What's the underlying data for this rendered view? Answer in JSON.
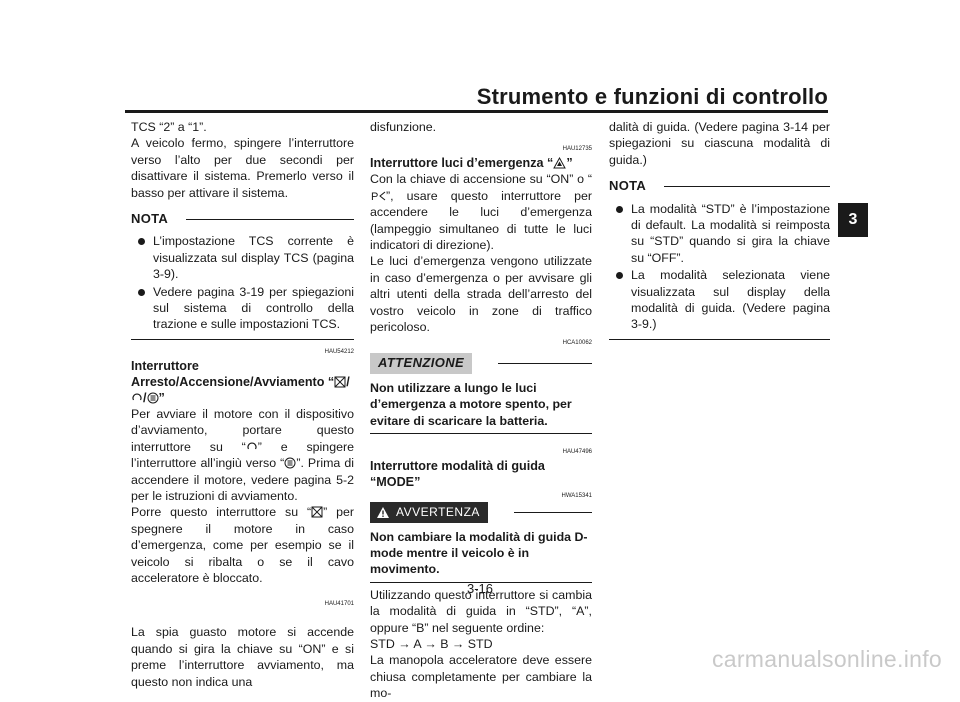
{
  "header": {
    "title": "Strumento e funzioni di controllo"
  },
  "chapter_tab": "3",
  "page_number": "3-16",
  "watermark": "carmanualsonline.info",
  "col1": {
    "p1": "TCS “2” a “1”.",
    "p2": "A veicolo fermo, spingere l’interruttore verso l’alto per due secondi per disattivare il sistema. Premerlo verso il basso per attivare il sistema.",
    "nota_label": "NOTA",
    "nota_items": [
      "L’impostazione TCS corrente è visualizzata sul display TCS (pagina 3-9).",
      "Vedere pagina 3-19 per spiegazioni sul sistema di controllo della trazione e sulle impostazioni TCS."
    ],
    "code1": "HAU54212",
    "heading1_a": "Interruttore Arresto/Accensione/Avviamento “",
    "heading1_sep": "/",
    "heading1_b": "”",
    "para1_a": "Per avviare il motore con il dispositivo d’avviamento, portare questo interruttore su “",
    "para1_b": "” e spingere l’interruttore all’ingiù verso “",
    "para1_c": "”. Prima di accendere il motore, vedere pagina 5-2 per le istruzioni di avviamento.",
    "para2_a": "Porre questo interruttore su “",
    "para2_b": "” per spegnere il motore in caso d’emergenza, come per esempio se il veicolo si ribalta o se il cavo acceleratore è bloccato.",
    "code2": "HAU41701",
    "para3": "La spia guasto motore si accende quando si gira la chiave su “ON” e si preme l’interruttore avviamento, ma questo non indica una"
  },
  "col2": {
    "p1": "disfunzione.",
    "code1": "HAU12735",
    "heading1_a": "Interruttore luci d’emergenza “",
    "heading1_b": "”",
    "para1_a": "Con la chiave di accensione su “ON” o “",
    "para1_b": "”, usare questo interruttore per accendere le luci d’emergenza (lampeggio simultaneo di tutte le luci indicatori di direzione).",
    "para2": "Le luci d’emergenza vengono utilizzate in caso d’emergenza o per avvisare gli altri utenti della strada dell’arresto del vostro veicolo in zone di traffico pericoloso.",
    "code2": "HCA10062",
    "attention_label": "ATTENZIONE",
    "attention_text": "Non utilizzare a lungo le luci d’emergenza a motore spento, per evitare di scaricare la batteria.",
    "code3": "HAU47496",
    "heading2": "Interruttore modalità di guida “MODE”",
    "code4": "HWA15341",
    "warning_label": "AVVERTENZA",
    "warning_text": "Non cambiare la modalità di guida D-mode mentre il veicolo è in movimento.",
    "para3": "Utilizzando questo interruttore si cambia la modalità di guida in “STD”, “A”, oppure “B” nel seguente ordine:",
    "sequence": "STD → A → B → STD",
    "para4": "La manopola acceleratore deve essere chiusa completamente per cambiare la mo-"
  },
  "col3": {
    "p1": "dalità di guida. (Vedere pagina 3-14 per spiegazioni su ciascuna modalità di guida.)",
    "nota_label": "NOTA",
    "nota_items": [
      "La modalità “STD” è l’impostazione di default. La modalità si reimposta su “STD” quando si gira la chiave su “OFF”.",
      "La modalità selezionata viene visualizzata sul display della modalità di guida. (Vedere pagina 3-9.)"
    ]
  }
}
